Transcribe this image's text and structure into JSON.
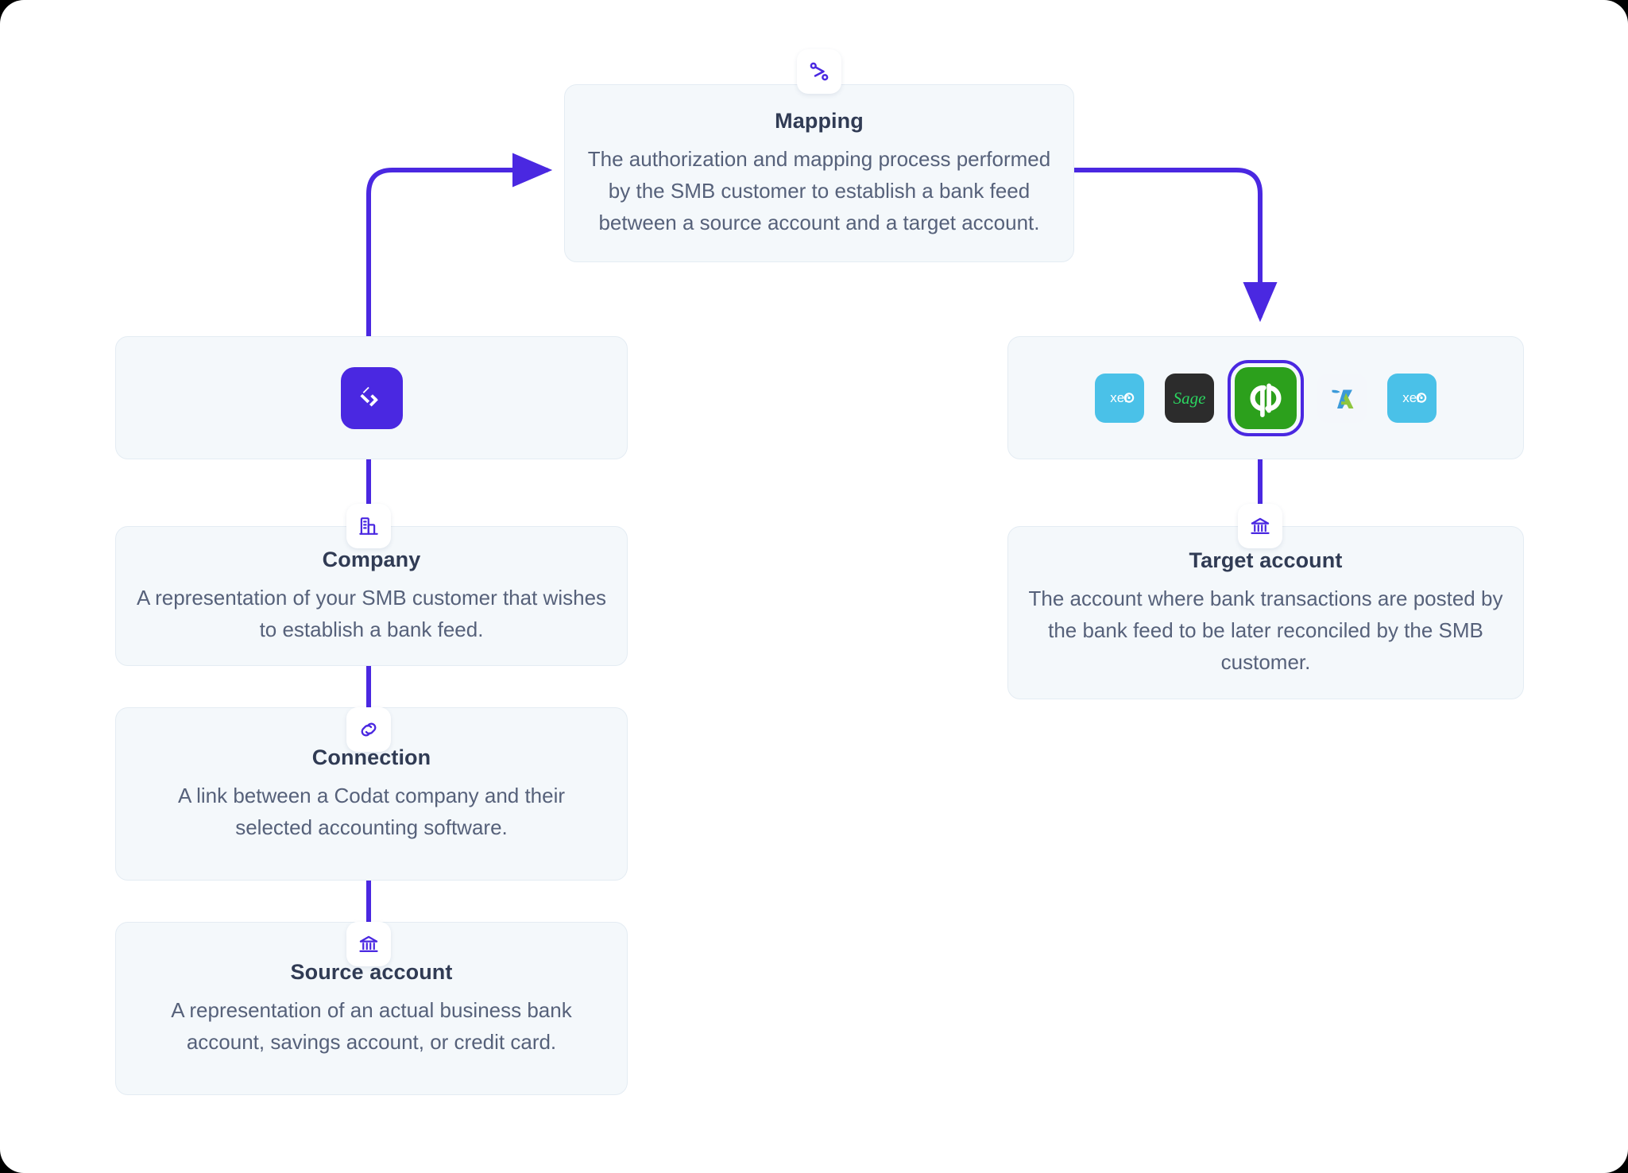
{
  "theme": {
    "accent": "#4a28e1",
    "card_bg": "#f4f8fb",
    "card_border": "#e4ecf3",
    "title_color": "#303b54",
    "body_color": "#56617a",
    "page_bg": "#ffffff"
  },
  "nodes": {
    "mapping": {
      "icon": "mapping-shuffle-icon",
      "title": "Mapping",
      "body": "The authorization and mapping process performed by the SMB customer to establish a bank feed between a source account and a target account."
    },
    "codat": {
      "icon": "codat-logo-icon",
      "title": "",
      "body": ""
    },
    "company": {
      "icon": "building-icon",
      "title": "Company",
      "body": "A representation of your SMB customer that wishes to establish a bank feed."
    },
    "connection": {
      "icon": "link-icon",
      "title": "Connection",
      "body": "A link between a Codat company and their selected accounting software."
    },
    "source_account": {
      "icon": "bank-icon",
      "title": "Source account",
      "body": "A representation of an actual business bank account, savings account, or credit card."
    },
    "target_account": {
      "icon": "bank-icon",
      "title": "Target account",
      "body": "The account where bank transactions are posted by the bank feed to be later reconciled by the SMB customer."
    }
  },
  "accounting_platforms": {
    "selected": "quickbooks",
    "items": [
      {
        "id": "xero",
        "label": "xero",
        "icon": "xero-logo-icon",
        "tile_color": "#4ac1e8",
        "text_color": "#ffffff",
        "selected": false
      },
      {
        "id": "sage",
        "label": "Sage",
        "icon": "sage-logo-icon",
        "tile_color": "#2c2c2c",
        "text_color": "#2bd660",
        "selected": false
      },
      {
        "id": "quickbooks",
        "label": "qb",
        "icon": "quickbooks-logo-icon",
        "tile_color": "#2ca01c",
        "text_color": "#ffffff",
        "selected": true
      },
      {
        "id": "freeagent",
        "label": "",
        "icon": "freeagent-logo-icon",
        "tile_color": "#f4f7fb",
        "text_color": "#3b9ad9",
        "selected": false
      },
      {
        "id": "xero-2",
        "label": "xero",
        "icon": "xero-logo-icon",
        "tile_color": "#4ac1e8",
        "text_color": "#ffffff",
        "selected": false
      }
    ]
  },
  "connectors": [
    {
      "id": "codat-to-mapping",
      "from": "codat",
      "to": "mapping",
      "arrowhead": "right"
    },
    {
      "id": "mapping-to-platforms",
      "from": "mapping",
      "to": "platforms",
      "arrowhead": "down"
    },
    {
      "id": "codat-to-company",
      "from": "codat",
      "to": "company",
      "arrowhead": "none"
    },
    {
      "id": "company-to-connection",
      "from": "company",
      "to": "connection",
      "arrowhead": "none"
    },
    {
      "id": "connection-to-source",
      "from": "connection",
      "to": "source_account",
      "arrowhead": "none"
    },
    {
      "id": "platforms-to-target",
      "from": "platforms",
      "to": "target_account",
      "arrowhead": "none"
    }
  ]
}
